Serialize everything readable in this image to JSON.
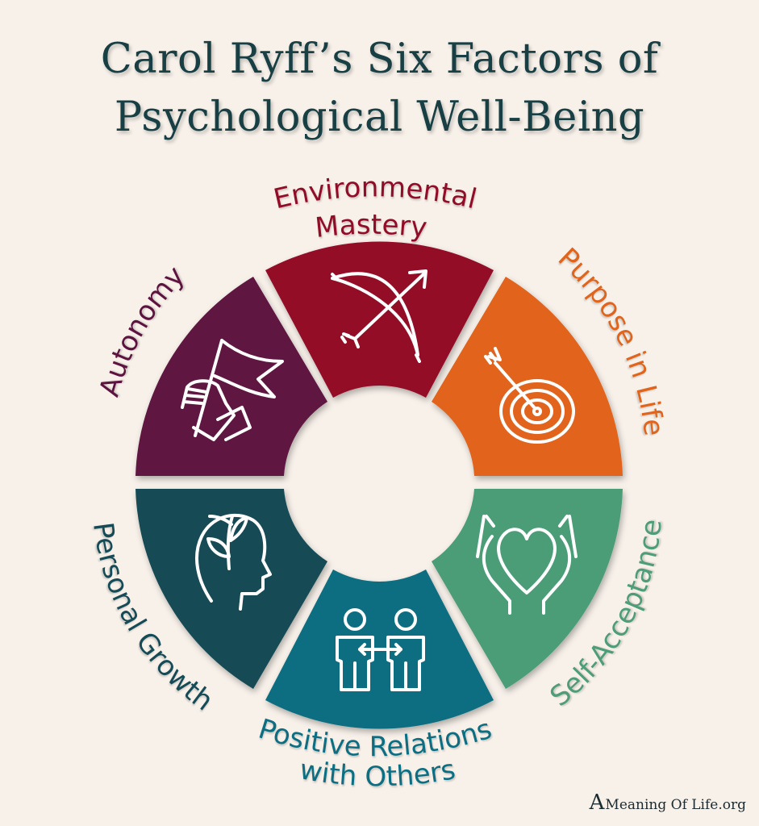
{
  "title": {
    "line1": "Carol Ryff’s Six Factors of",
    "line2": "Psychological Well-Being"
  },
  "segments": [
    {
      "id": "environmental-mastery",
      "label_line1": "Environmental",
      "label_line2": "Mastery",
      "color": "#930c27",
      "icon": "bow-and-arrow-icon"
    },
    {
      "id": "purpose-in-life",
      "label": "Purpose in Life",
      "color": "#e1641a",
      "icon": "target-icon"
    },
    {
      "id": "self-acceptance",
      "label": "Self-Acceptance",
      "color": "#4c9d78",
      "icon": "hands-heart-icon"
    },
    {
      "id": "positive-relations",
      "label_line1": "Positive Relations",
      "label_line2": "with Others",
      "color": "#0c6e82",
      "icon": "two-people-icon"
    },
    {
      "id": "personal-growth",
      "label": "Personal Growth",
      "color": "#144b57",
      "icon": "head-plant-icon"
    },
    {
      "id": "autonomy",
      "label": "Autonomy",
      "color": "#5e1240",
      "icon": "hand-flag-icon"
    }
  ],
  "footer": {
    "initial": "A",
    "text": "Meaning Of Life.org"
  }
}
